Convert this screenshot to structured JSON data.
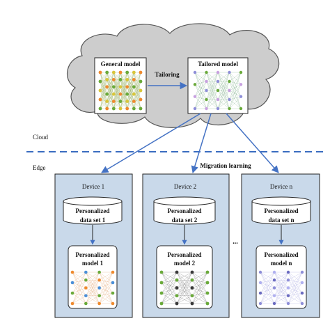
{
  "cloud_section": {
    "label": "Cloud",
    "general_model": {
      "title": "General model"
    },
    "tailoring_label": "Tailoring",
    "tailored_model": {
      "title": "Tailored model"
    }
  },
  "edge_section": {
    "label": "Edge",
    "migration_label": "Migration learning",
    "ellipsis": "...",
    "devices": [
      {
        "title": "Device 1",
        "data_line1": "Personalized",
        "data_line2": "data set 1",
        "model_line1": "Personalized",
        "model_line2": "model 1"
      },
      {
        "title": "Device 2",
        "data_line1": "Personalized",
        "data_line2": "data set 2",
        "model_line1": "Personalized",
        "model_line2": "model 2"
      },
      {
        "title": "Device n",
        "data_line1": "Personalized",
        "data_line2": "data set n",
        "model_line1": "Personalized",
        "model_line2": "model n"
      }
    ]
  },
  "colors": {
    "cloud_fill": "#cdcdcd",
    "cloud_stroke": "#555555",
    "device_fill": "#c9d9ea",
    "device_stroke": "#222222",
    "arrow": "#4472c4",
    "divider": "#3a6cc0",
    "nn_orange": "#ef8a2e",
    "nn_green": "#6aaa3a",
    "nn_purple": "#8e8ed8",
    "nn_dark": "#3a3a3a"
  }
}
